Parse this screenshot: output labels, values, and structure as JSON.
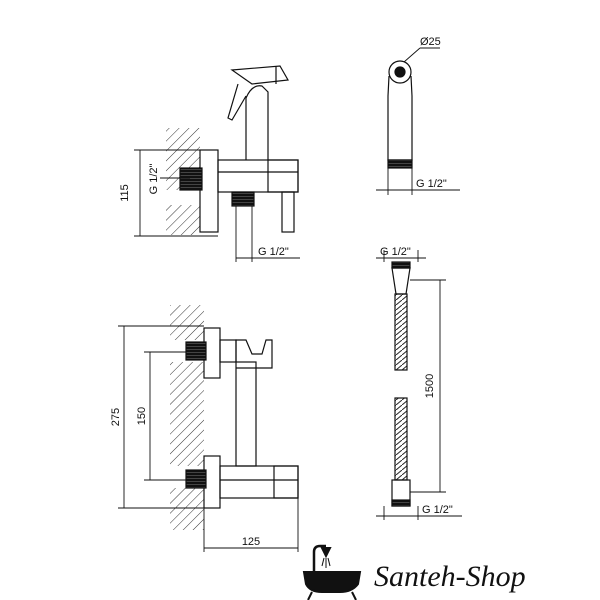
{
  "top_assembly": {
    "height_label": "115",
    "thread_side_label": "G 1/2\"",
    "thread_bottom_label": "G 1/2\""
  },
  "handshower": {
    "diameter_label": "Ø25",
    "thread_label": "G 1/2\""
  },
  "hose": {
    "thread_top_label": "G 1/2\"",
    "length_label": "1500",
    "thread_bottom_label": "G 1/2\""
  },
  "bottom_assembly": {
    "total_height_label": "275",
    "spacing_label": "150",
    "width_label": "125"
  },
  "brand": {
    "name": "Santeh-Shop"
  }
}
